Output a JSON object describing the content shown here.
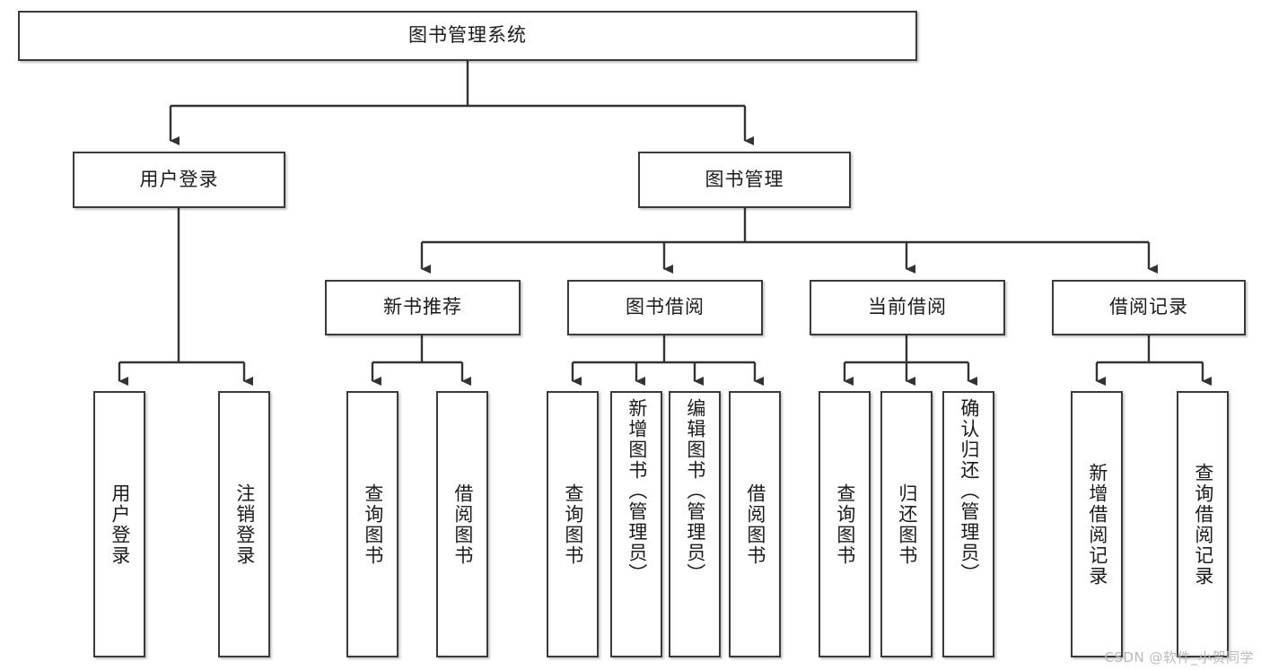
{
  "diagram": {
    "type": "tree",
    "title": "图书管理系统",
    "root": {
      "id": "root",
      "label": "图书管理系统"
    },
    "level2": [
      {
        "id": "user-login",
        "label": "用户登录"
      },
      {
        "id": "book-manage",
        "label": "图书管理"
      }
    ],
    "level3": [
      {
        "id": "new-book-rec",
        "label": "新书推荐",
        "parent": "book-manage"
      },
      {
        "id": "book-borrow",
        "label": "图书借阅",
        "parent": "book-manage"
      },
      {
        "id": "current-borrow",
        "label": "当前借阅",
        "parent": "book-manage"
      },
      {
        "id": "borrow-record",
        "label": "借阅记录",
        "parent": "book-manage"
      }
    ],
    "leaves": [
      {
        "id": "leaf-user-login",
        "label": "用户登录",
        "parent": "user-login"
      },
      {
        "id": "leaf-logout",
        "label": "注销登录",
        "parent": "user-login"
      },
      {
        "id": "leaf-query-book-1",
        "label": "查询图书",
        "parent": "new-book-rec"
      },
      {
        "id": "leaf-borrow-book-1",
        "label": "借阅图书",
        "parent": "new-book-rec"
      },
      {
        "id": "leaf-query-book-2",
        "label": "查询图书",
        "parent": "book-borrow"
      },
      {
        "id": "leaf-add-book",
        "label": "新增图书（管理员）",
        "parent": "book-borrow"
      },
      {
        "id": "leaf-edit-book",
        "label": "编辑图书（管理员）",
        "parent": "book-borrow"
      },
      {
        "id": "leaf-borrow-book-2",
        "label": "借阅图书",
        "parent": "book-borrow"
      },
      {
        "id": "leaf-query-book-3",
        "label": "查询图书",
        "parent": "current-borrow"
      },
      {
        "id": "leaf-return-book",
        "label": "归还图书",
        "parent": "current-borrow"
      },
      {
        "id": "leaf-confirm-return",
        "label": "确认归还（管理员）",
        "parent": "current-borrow"
      },
      {
        "id": "leaf-add-record",
        "label": "新增借阅记录",
        "parent": "borrow-record"
      },
      {
        "id": "leaf-query-record",
        "label": "查询借阅记录",
        "parent": "borrow-record"
      }
    ],
    "colors": {
      "box_border": "#3a3a3a",
      "box_fill": "#ffffff",
      "connector": "#333333",
      "text": "#1b1b1b",
      "watermark": "#b9b9b9",
      "background": "#ffffff"
    }
  },
  "watermark": {
    "text": "CSDN @软件_小贺同学"
  }
}
